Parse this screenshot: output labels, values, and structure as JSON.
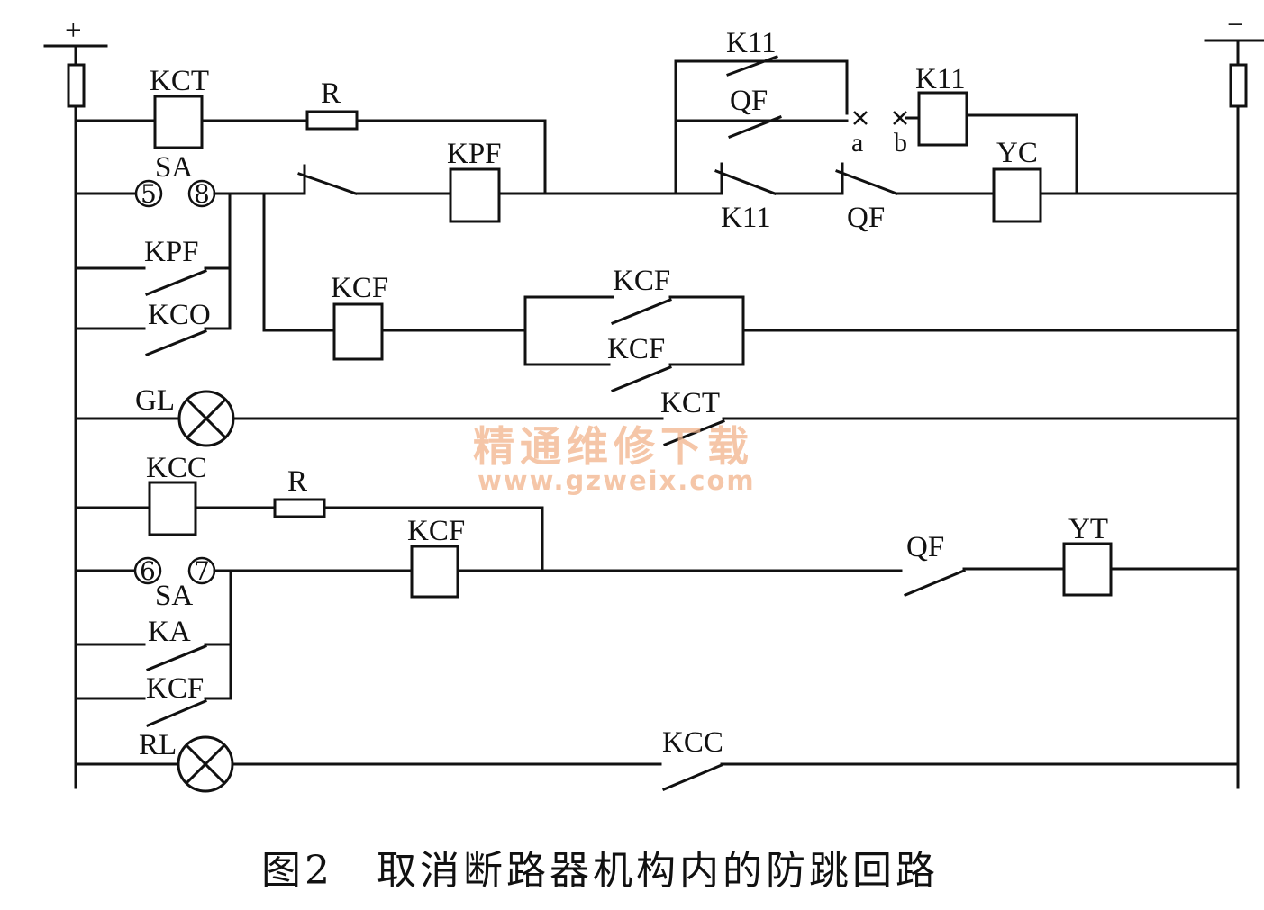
{
  "terminals": {
    "plus": "+",
    "minus": "−"
  },
  "labels": {
    "kct": "KCT",
    "r": "R",
    "sa": "SA",
    "t5": "5",
    "t8": "8",
    "t6": "6",
    "t7": "7",
    "kpf": "KPF",
    "kco": "KCO",
    "k11": "K11",
    "qf": "QF",
    "a": "a",
    "b": "b",
    "yc": "YC",
    "kcf": "KCF",
    "gl": "GL",
    "kcc": "KCC",
    "yt": "YT",
    "ka": "KA",
    "rl": "RL"
  },
  "watermark": {
    "cn": "精通维修下载",
    "url": "www.gzweix.com"
  },
  "caption": "图2　取消断路器机构内的防跳回路"
}
